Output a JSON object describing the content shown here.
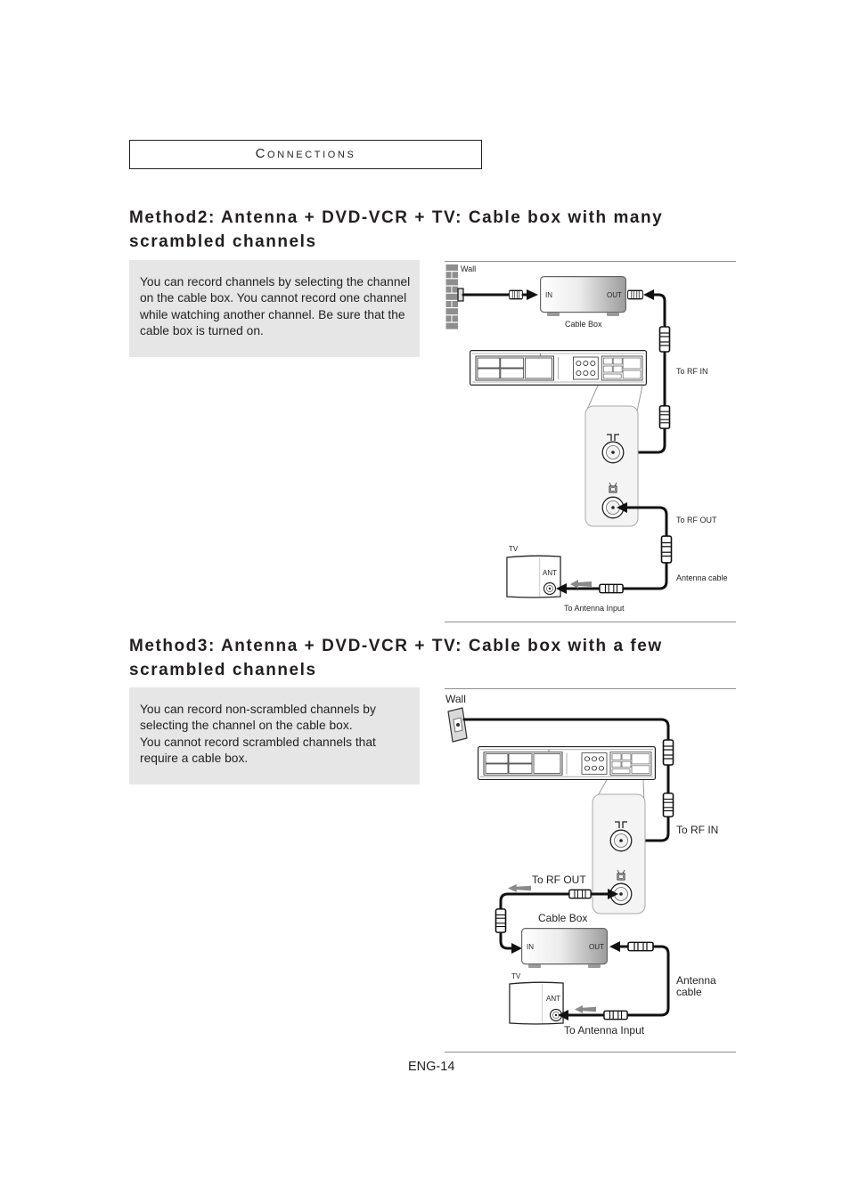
{
  "colors": {
    "text": "#231f20",
    "note_panel": "#e6e6e6"
  },
  "header": {
    "section_title": "Connections"
  },
  "method2": {
    "heading_lines": [
      "Method2: Antenna + DVD-VCR + TV: Cable box with many",
      "scrambled channels"
    ],
    "description_lines": [
      "You can record channels by selecting the channel",
      "on the cable box. You cannot record one channel",
      "while watching another channel. Be sure that the",
      "cable box is turned on."
    ],
    "diagram": {
      "wall": "Wall",
      "cable_box_in": "IN",
      "cable_box_out": "OUT",
      "cable_box": "Cable Box",
      "to_rf_in": "To RF IN",
      "to_rf_out": "To RF OUT",
      "tv": "TV",
      "ant": "ANT",
      "antenna_cable": "Antenna cable",
      "to_antenna_input": "To Antenna Input"
    }
  },
  "method3": {
    "heading_lines": [
      "Method3: Antenna + DVD-VCR + TV: Cable box with a few",
      "scrambled channels"
    ],
    "description_lines": [
      "You can record non-scrambled channels by",
      "selecting the channel on the cable box.",
      "You cannot record scrambled channels that",
      "require a cable box."
    ],
    "diagram": {
      "wall": "Wall",
      "to_rf_in": "To RF IN",
      "to_rf_out": "To RF OUT",
      "cable_box": "Cable Box",
      "cable_box_in": "IN",
      "cable_box_out": "OUT",
      "tv": "TV",
      "ant": "ANT",
      "antenna_cable_line1": "Antenna",
      "antenna_cable_line2": "cable",
      "to_antenna_input": "To Antenna Input"
    }
  },
  "footer": {
    "page_number": "ENG-14"
  }
}
